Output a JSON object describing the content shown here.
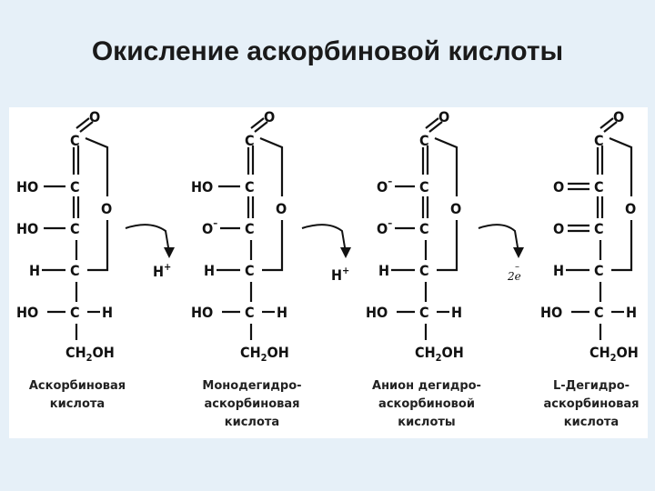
{
  "title": "Окисление аскорбиновой кислоты",
  "structures": [
    {
      "atoms": [
        "O",
        "C",
        "HO",
        "C",
        "O",
        "HO",
        "C",
        "H",
        "C",
        "HO",
        "C",
        "H",
        "CH",
        "2",
        "OH"
      ],
      "caption": [
        "Аскорбиновая",
        "кислота"
      ]
    },
    {
      "atoms": [
        "O",
        "C",
        "HO",
        "C",
        "O",
        "O",
        "–",
        "C",
        "H",
        "C",
        "HO",
        "C",
        "H",
        "CH",
        "2",
        "OH"
      ],
      "caption": [
        "Монодегидро-",
        "аскорбиновая",
        "кислота"
      ]
    },
    {
      "atoms": [
        "O",
        "C",
        "O",
        "–",
        "C",
        "O",
        "O",
        "–",
        "C",
        "H",
        "C",
        "HO",
        "C",
        "H",
        "CH",
        "2",
        "OH"
      ],
      "caption": [
        "Анион дегидро-",
        "аскорбиновой",
        "кислоты"
      ]
    },
    {
      "atoms": [
        "O",
        "C",
        "O",
        "C",
        "O",
        "O",
        "C",
        "H",
        "C",
        "HO",
        "C",
        "H",
        "CH",
        "2",
        "OH"
      ],
      "caption": [
        "L-Дегидро-",
        "аскорбиновая",
        "кислота"
      ]
    }
  ],
  "arrows": [
    {
      "label": "H",
      "sup": "+"
    },
    {
      "label": "H",
      "sup": "+"
    },
    {
      "label": "2e",
      "sup": "–"
    }
  ]
}
